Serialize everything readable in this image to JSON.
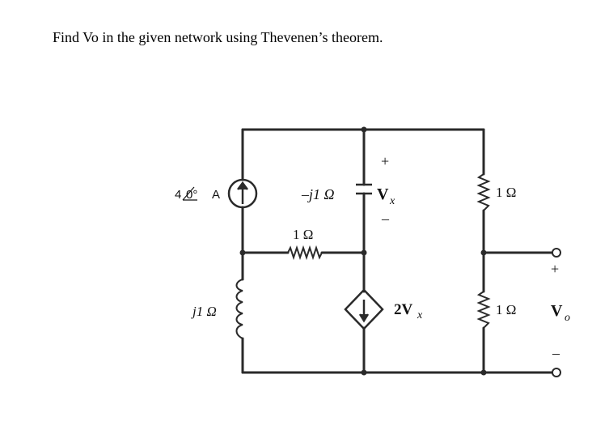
{
  "question": {
    "text": "Find Vo in the given network using Thevenen’s theorem."
  },
  "circuit": {
    "source": {
      "magnitude": "4",
      "angle": "0°",
      "unit": "A"
    },
    "cap_label": "–j1 Ω",
    "vx_plus": "+",
    "vx_minus": "–",
    "vx_label": "V",
    "vx_sub": "x",
    "r_mid_label": "1 Ω",
    "inductor_label": "j1 Ω",
    "dep_source_coef": "2V",
    "dep_source_sub": "x",
    "r_right_top_label": "1 Ω",
    "r_right_bottom_label": "1 Ω",
    "vo_plus": "+",
    "vo_minus": "–",
    "vo_label": "V",
    "vo_sub": "o"
  },
  "colors": {
    "wire": "#2a2a2a",
    "text": "#111111"
  }
}
